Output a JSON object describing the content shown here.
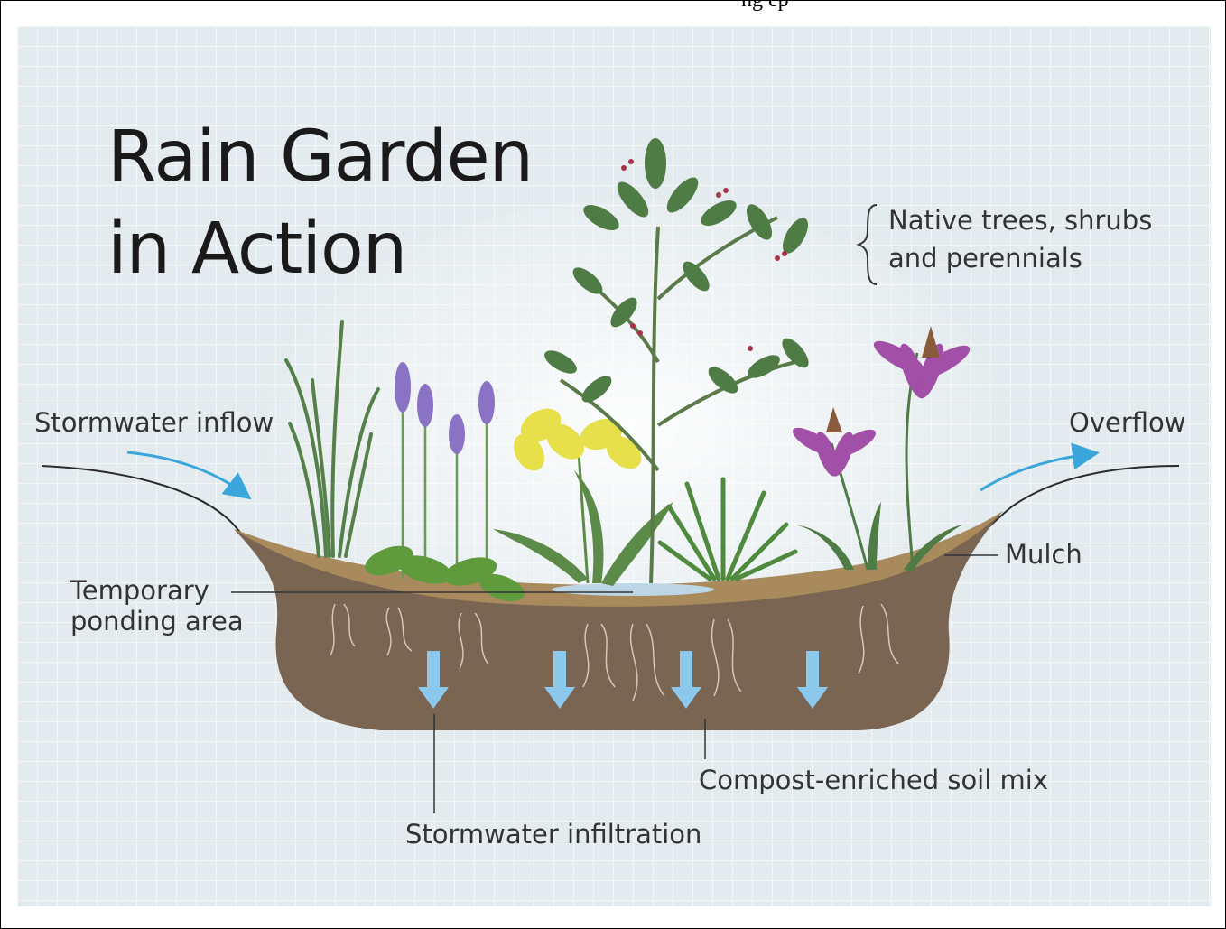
{
  "header": {
    "caption": "ng ep"
  },
  "diagram": {
    "title_line1": "Rain Garden",
    "title_line2": "in Action",
    "labels": {
      "native_line1": "Native trees, shrubs",
      "native_line2": "and perennials",
      "stormwater_inflow": "Stormwater inflow",
      "overflow": "Overflow",
      "mulch": "Mulch",
      "ponding_line1": "Temporary",
      "ponding_line2": "ponding area",
      "compost": "Compost-enriched soil mix",
      "infiltration": "Stormwater infiltration"
    },
    "colors": {
      "background": "#e4ebee",
      "mulch": "#a88a5c",
      "soil": "#7a6452",
      "water_arrow": "#3aa6dc",
      "leaf": "#4f7b45",
      "coneflower": "#a24fa8",
      "daffodil": "#e7e04a",
      "lavender": "#8a72c4"
    }
  }
}
